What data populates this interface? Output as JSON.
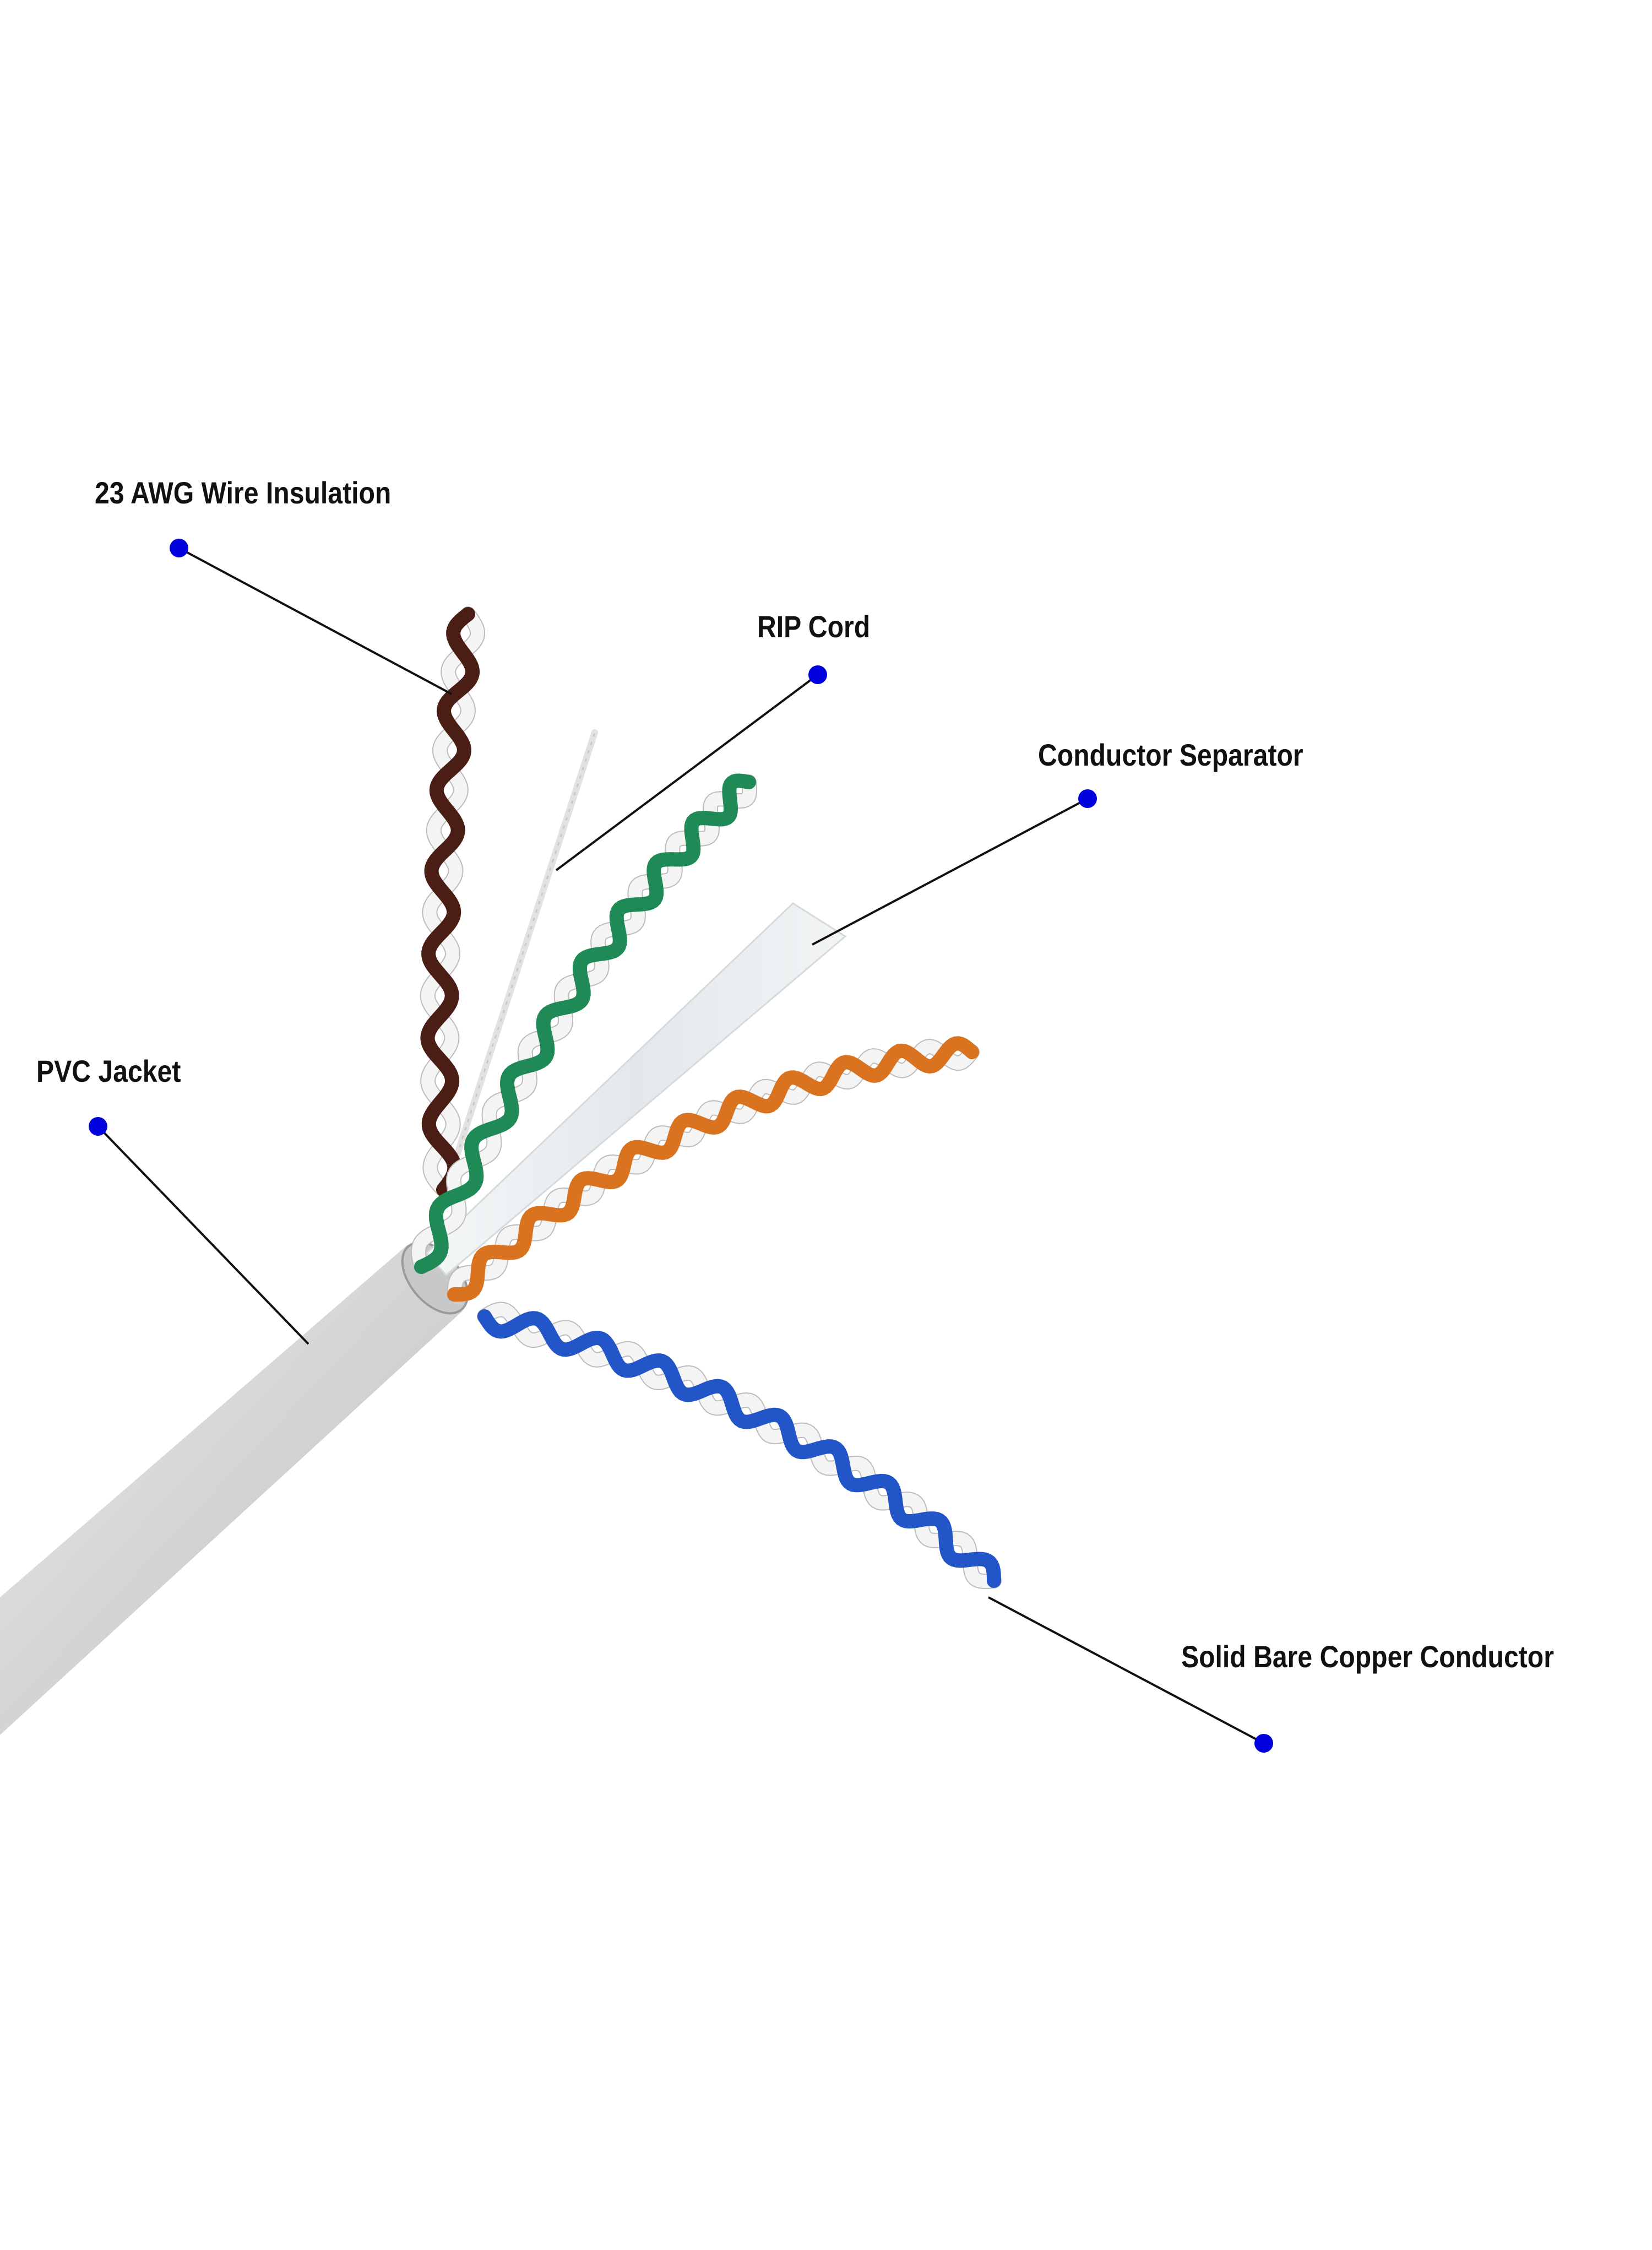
{
  "labels": {
    "wire_insulation": "23 AWG Wire Insulation",
    "rip_cord": "RIP Cord",
    "conductor_separator": "Conductor Separator",
    "pvc_jacket": "PVC Jacket",
    "copper_conductor": "Solid Bare Copper Conductor"
  },
  "colors": {
    "background": "#ffffff",
    "text": "#111111",
    "marker_dot": "#0000dd",
    "leader_line": "#111111",
    "jacket": "#d8d8d8",
    "pair_brown": "#4a1e14",
    "pair_green": "#1f8a55",
    "pair_orange": "#d9731f",
    "pair_blue": "#2255c8",
    "pair_white_stripe": "#f4f4f4",
    "separator": "#e9edf0",
    "rip_cord": "#e2e2e2"
  },
  "icons": {
    "marker": "marker-dot-icon"
  }
}
